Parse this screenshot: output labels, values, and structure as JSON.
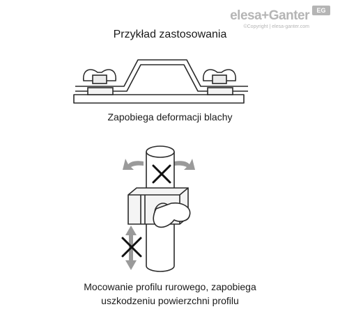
{
  "brand": {
    "name": "elesa+Ganter",
    "badge": "EG",
    "copyright": "©Copyright | elesa-ganter.com"
  },
  "title": "Przykład zastosowania",
  "figure1": {
    "caption": "Zapobiega deformacji blachy"
  },
  "figure2": {
    "caption_line1": "Mocowanie profilu rurowego, zapobiega",
    "caption_line2": "uszkodzeniu powierzchni profilu"
  }
}
